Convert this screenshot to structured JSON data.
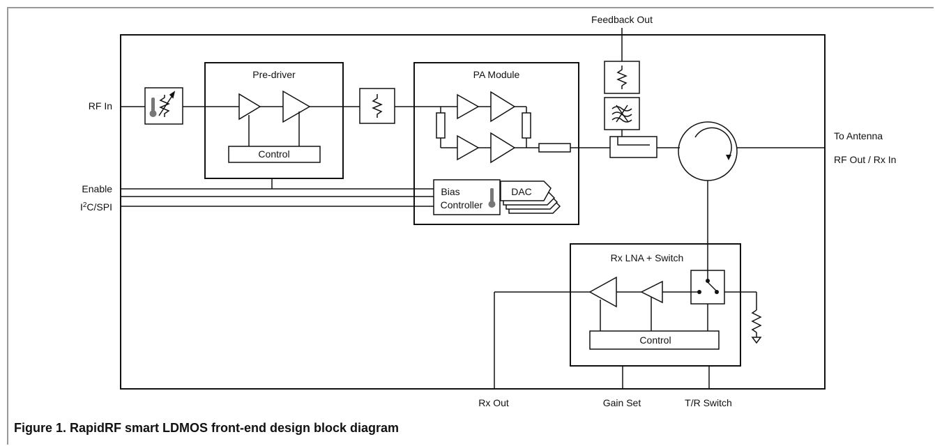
{
  "diagram": {
    "caption": "Figure 1. RapidRF smart LDMOS front-end design block diagram",
    "labels": {
      "feedback_out": "Feedback Out",
      "rf_in": "RF In",
      "enable": "Enable",
      "i2c_spi_prefix": "I",
      "i2c_spi_sup": "2",
      "i2c_spi_suffix": "C/SPI",
      "to_antenna": "To Antenna",
      "rf_out_rx_in": "RF Out / Rx In",
      "rx_out": "Rx Out",
      "gain_set": "Gain Set",
      "tr_switch": "T/R Switch"
    },
    "blocks": {
      "predriver": {
        "title": "Pre-driver",
        "control": "Control"
      },
      "pa_module": {
        "title": "PA Module",
        "bias_line1": "Bias",
        "bias_line2": "Controller",
        "dac": "DAC"
      },
      "rx_lna": {
        "title": "Rx LNA + Switch",
        "control": "Control"
      }
    }
  }
}
